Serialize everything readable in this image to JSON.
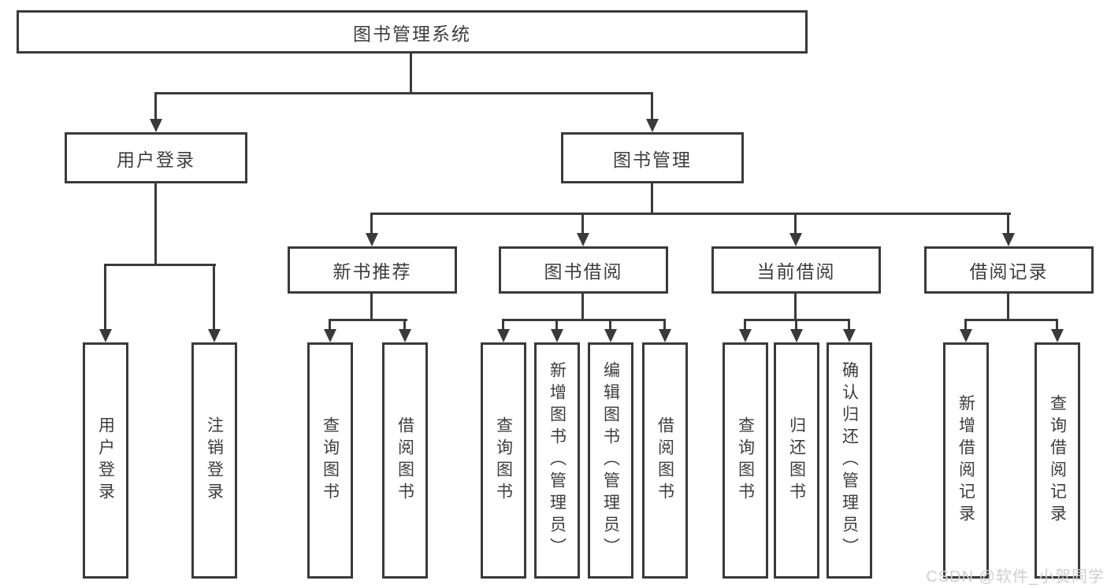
{
  "diagram": {
    "root": {
      "label": "图书管理系统"
    },
    "level2": {
      "user_login": {
        "label": "用户登录"
      },
      "book_mgmt": {
        "label": "图书管理"
      }
    },
    "level3": {
      "new_books": {
        "label": "新书推荐"
      },
      "borrowing": {
        "label": "图书借阅"
      },
      "current": {
        "label": "当前借阅"
      },
      "records": {
        "label": "借阅记录"
      }
    },
    "leaves": {
      "user_login": [
        "用户登录",
        "注销登录"
      ],
      "new_books": [
        "查询图书",
        "借阅图书"
      ],
      "borrowing": [
        "查询图书",
        "新增图书（管理员）",
        "编辑图书（管理员）",
        "借阅图书"
      ],
      "current": [
        "查询图书",
        "归还图书",
        "确认归还（管理员）"
      ],
      "records": [
        "新增借阅记录",
        "查询借阅记录"
      ]
    },
    "colors": {
      "line": "#3a3a3a",
      "text": "#3d3d3d",
      "background": "#ffffff",
      "watermark": "#cfcfcf"
    }
  },
  "watermark": {
    "text": "CSDN @软件_小贺同学"
  }
}
